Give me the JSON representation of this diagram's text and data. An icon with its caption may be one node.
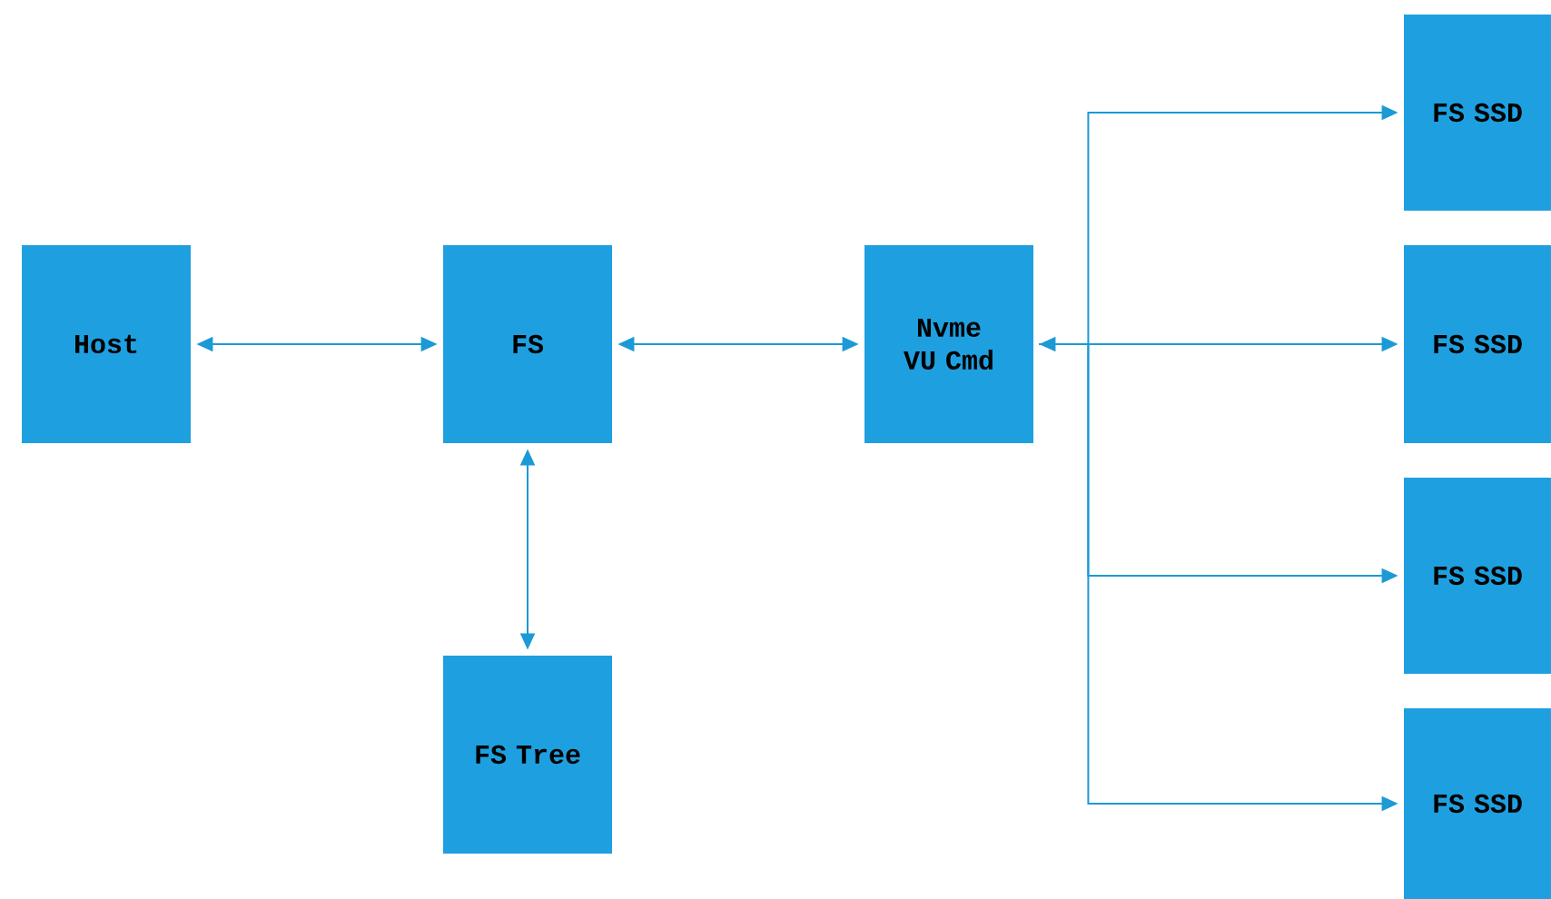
{
  "diagram": {
    "nodes": [
      {
        "text": [
          "Host"
        ]
      },
      {
        "text": [
          "FS"
        ]
      },
      {
        "text": [
          "Nvme VU Cmd"
        ]
      },
      {
        "text": [
          "FS SSD"
        ]
      },
      {
        "text": [
          "FS SSD"
        ]
      },
      {
        "text": [
          "FS SSD"
        ]
      },
      {
        "text": [
          "FS SSD"
        ]
      },
      {
        "text": [
          "FS Tree"
        ]
      }
    ],
    "edges": [
      {
        "from": 0,
        "to": 1,
        "arrow": "both"
      },
      {
        "from": 1,
        "to": 2,
        "arrow": "both"
      },
      {
        "from": 1,
        "to": 7,
        "arrow": "both"
      },
      {
        "from": 2,
        "to": 3,
        "arrow": "to"
      },
      {
        "from": 2,
        "to": 4,
        "arrow": "both"
      },
      {
        "from": 2,
        "to": 5,
        "arrow": "to"
      },
      {
        "from": 2,
        "to": 6,
        "arrow": "to"
      }
    ]
  }
}
